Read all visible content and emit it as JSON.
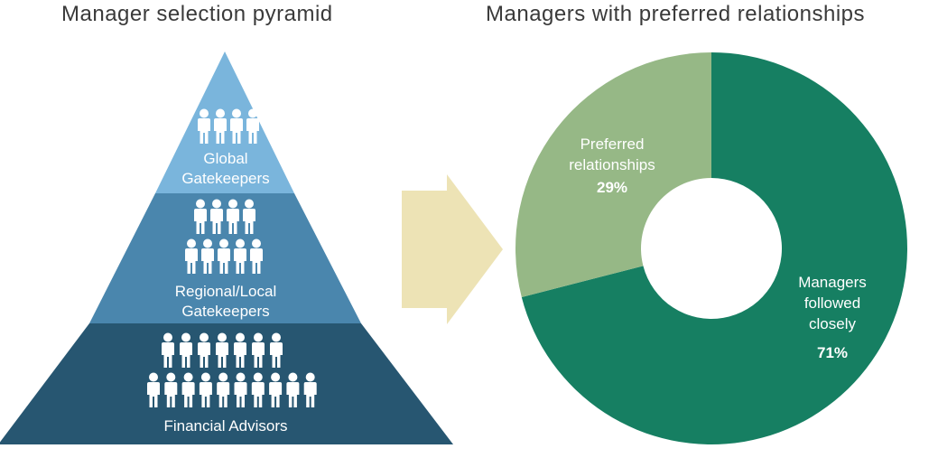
{
  "pyramid": {
    "title": "Manager selection pyramid",
    "tiers": [
      {
        "label_lines": [
          "Global",
          "Gatekeepers"
        ],
        "color": "#7ab5dc"
      },
      {
        "label_lines": [
          "Regional/Local",
          "Gatekeepers"
        ],
        "color": "#4a86ad"
      },
      {
        "label_lines": [
          "Financial Advisors"
        ],
        "color": "#275671"
      }
    ],
    "icon": "person-icon"
  },
  "arrow": {
    "color": "#ede3b5",
    "icon": "arrow-right-icon"
  },
  "chart_data": {
    "type": "pie",
    "title": "Managers with preferred relationships",
    "donut": true,
    "slices": [
      {
        "label_lines": [
          "Managers",
          "followed",
          "closely"
        ],
        "value": 71,
        "pct_label": "71%",
        "color": "#167f62"
      },
      {
        "label_lines": [
          "Preferred",
          "relationships"
        ],
        "value": 29,
        "pct_label": "29%",
        "color": "#96b886"
      }
    ]
  }
}
